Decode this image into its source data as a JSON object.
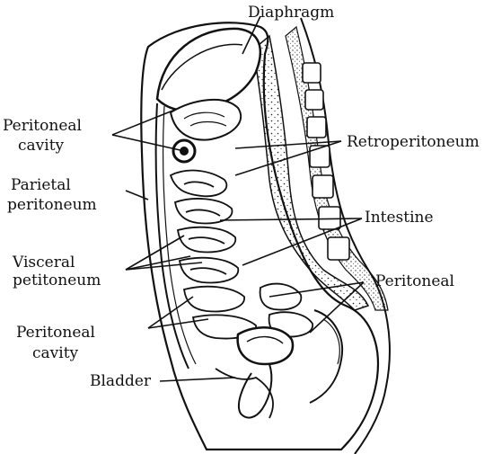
{
  "labels": {
    "diaphragm": "Diaphragm",
    "peritoneal_cavity_top_1": "Peritoneal",
    "peritoneal_cavity_top_2": "cavity",
    "retroperitoneum": "Retroperitoneum",
    "parietal_peritoneum_1": "Parietal",
    "parietal_peritoneum_2": "peritoneum",
    "intestine": "Intestine",
    "visceral_peritoneum_1": "Visceral",
    "visceral_peritoneum_2": "petitoneum",
    "peritoneal_right": "Peritoneal",
    "peritoneal_cavity_bottom_1": "Peritoneal",
    "peritoneal_cavity_bottom_2": "cavity",
    "bladder": "Bladder"
  },
  "colors": {
    "ink": "#111111",
    "paper": "#ffffff"
  }
}
